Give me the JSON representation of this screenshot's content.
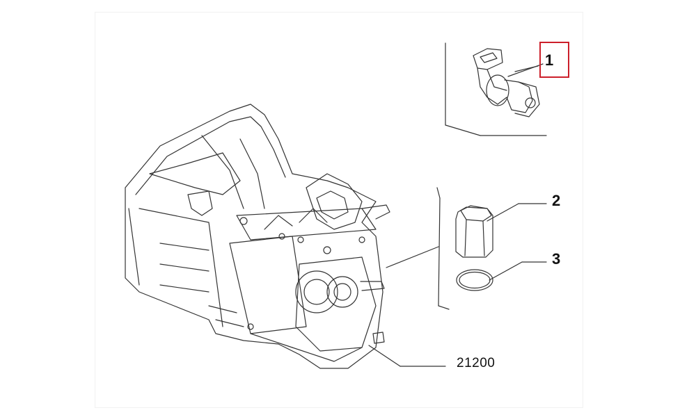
{
  "callouts": {
    "part1": "1",
    "part2": "2",
    "part3": "3",
    "assembly": "21200"
  },
  "highlight": {
    "target": "part1",
    "color": "#cc1f2a"
  },
  "colors": {
    "line": "#333333",
    "paper": "#ffffff"
  }
}
